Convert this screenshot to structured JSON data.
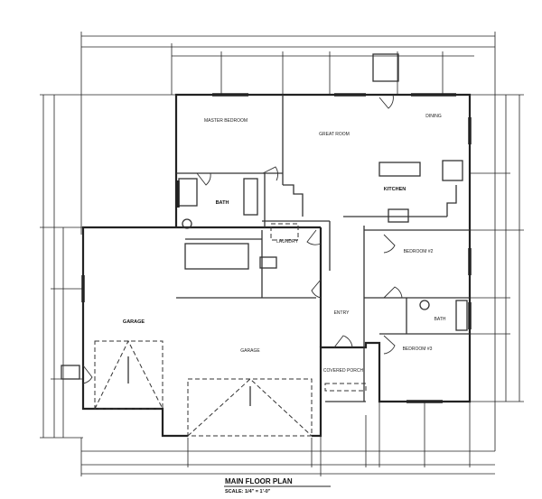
{
  "plan": {
    "title": "MAIN FLOOR PLAN",
    "scale": "SCALE: 1/4\" = 1'-0\"",
    "rooms": {
      "master_bedroom": "MASTER BEDROOM",
      "great_room": "GREAT ROOM",
      "dining": "DINING",
      "kitchen": "KITCHEN",
      "bath_master": "BATH",
      "laundry": "LAUNDRY",
      "bedroom2": "BEDROOM #2",
      "bath2": "BATH",
      "bedroom3": "BEDROOM #3",
      "entry": "ENTRY",
      "garage_left": "GARAGE",
      "garage_main": "GARAGE",
      "covered_porch": "COVERED PORCH"
    }
  }
}
